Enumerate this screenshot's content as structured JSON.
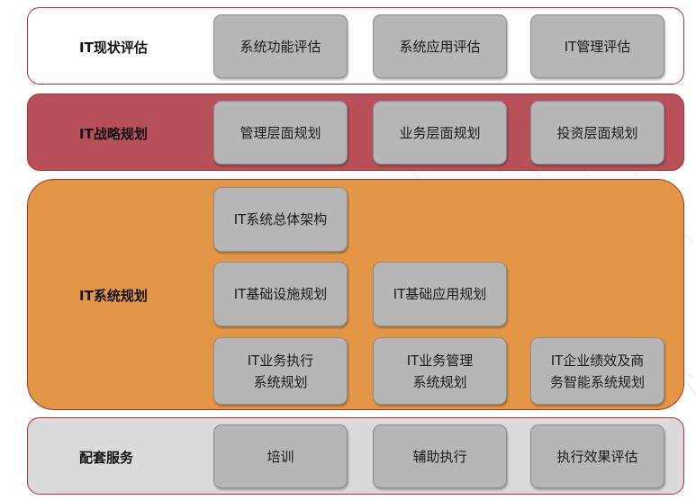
{
  "rows": {
    "current": {
      "label": "IT现状评估",
      "items": [
        "系统功能评估",
        "系统应用评估",
        "IT管理评估"
      ]
    },
    "strategy": {
      "label": "IT战略规划",
      "items": [
        "管理层面规划",
        "业务层面规划",
        "投资层面规划"
      ]
    },
    "system": {
      "label": "IT系统规划",
      "items": [
        "IT系统总体架构",
        "IT基础设施规划",
        "IT基础应用规划",
        "IT业务执行\n系统规划",
        "IT业务管理\n系统规划",
        "IT企业绩效及商\n务智能系统规划"
      ]
    },
    "support": {
      "label": "配套服务",
      "items": [
        "培训",
        "辅助执行",
        "执行效果评估"
      ]
    }
  },
  "colors": {
    "border": "#b0302c",
    "strategy_fill": "#b8505a",
    "system_fill": "#e39746",
    "support_fill": "#dadada",
    "box_fill": "#b6b6b6"
  }
}
